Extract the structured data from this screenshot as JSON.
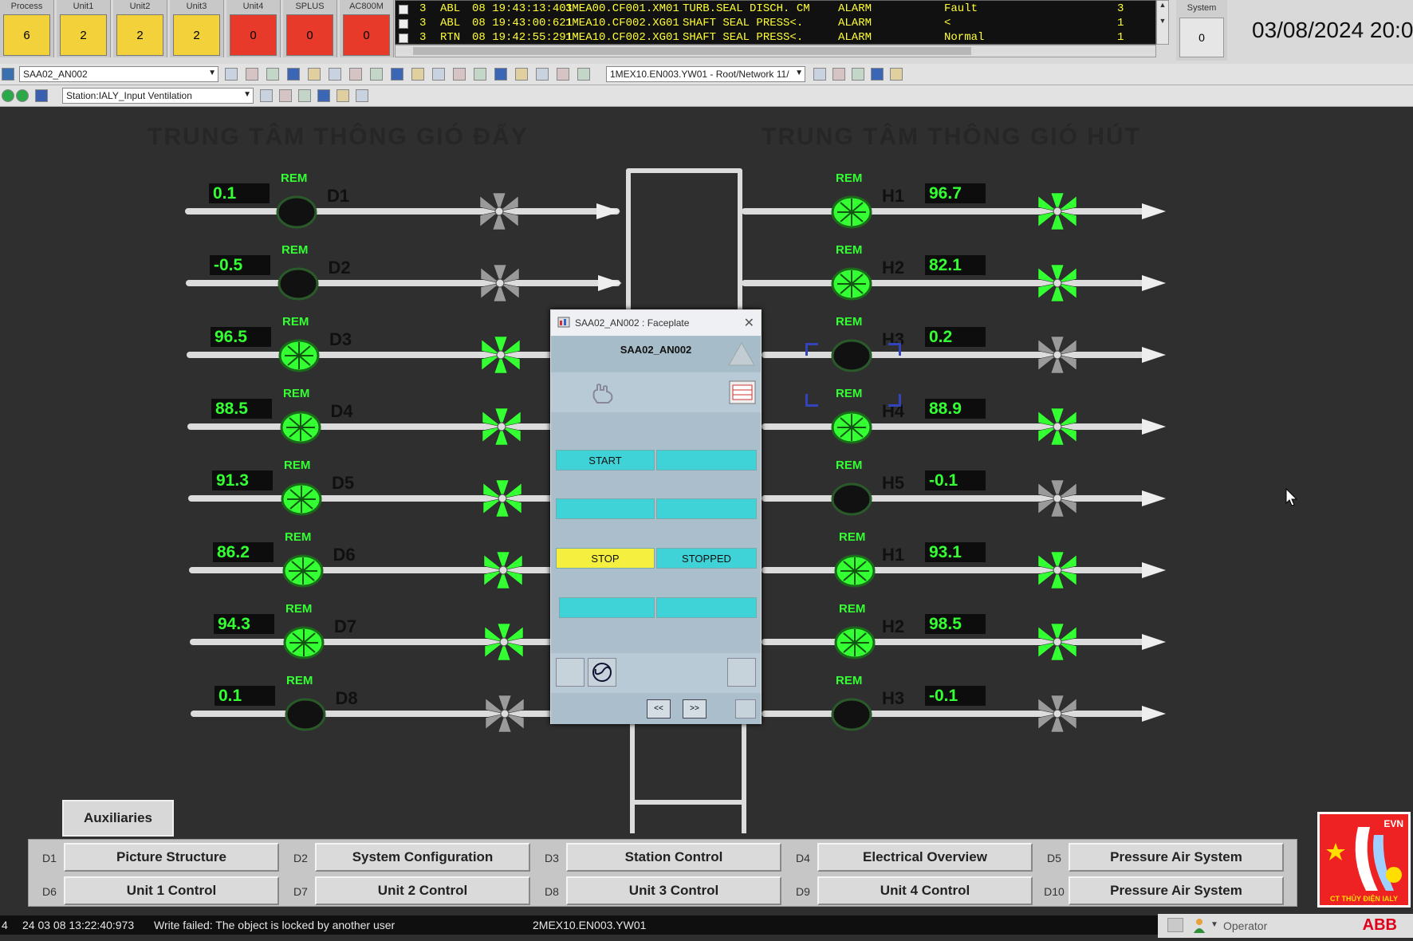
{
  "topbar": {
    "tiles": [
      {
        "label": "Process",
        "value": "6",
        "color": "#f2d13a"
      },
      {
        "label": "Unit1",
        "value": "2",
        "color": "#f2d13a"
      },
      {
        "label": "Unit2",
        "value": "2",
        "color": "#f2d13a"
      },
      {
        "label": "Unit3",
        "value": "2",
        "color": "#f2d13a"
      },
      {
        "label": "Unit4",
        "value": "0",
        "color": "#e83a2a"
      },
      {
        "label": "SPLUS",
        "value": "0",
        "color": "#e83a2a"
      },
      {
        "label": "AC800M",
        "value": "0",
        "color": "#e83a2a"
      }
    ],
    "alarms": [
      {
        "pri": "3",
        "type": "ABL",
        "time": "08 19:43:13:401",
        "object": "3MEA00.CF001.XM01",
        "desc": "TURB.SEAL DISCH. CM",
        "cls": "ALARM",
        "cond": "Fault",
        "count": "3"
      },
      {
        "pri": "3",
        "type": "ABL",
        "time": "08 19:43:00:621",
        "object": "1MEA10.CF002.XG01",
        "desc": "SHAFT SEAL PRESS<.",
        "cls": "ALARM",
        "cond": "<",
        "count": "1"
      },
      {
        "pri": "3",
        "type": "RTN",
        "time": "08 19:42:55:291",
        "object": "1MEA10.CF002.XG01",
        "desc": "SHAFT SEAL PRESS<.",
        "cls": "ALARM",
        "cond": "Normal",
        "count": "1"
      }
    ],
    "system": {
      "label": "System",
      "value": "0"
    },
    "datetime": "03/08/2024 20:0"
  },
  "toolbar": {
    "object_select": "SAA02_AN002",
    "station_select": "Station:IALY_Input Ventilation",
    "path_select": "1MEX10.EN003.YW01 - Root/Network 11/"
  },
  "graphic": {
    "ghost_left": "TRUNG TÂM THÔNG GIÓ ĐẨY",
    "ghost_right": "TRUNG TÂM THÔNG GIÓ HÚT",
    "rem_label": "REM",
    "left_rows": [
      {
        "tag": "D1",
        "value": "0.1",
        "running": false
      },
      {
        "tag": "D2",
        "value": "-0.5",
        "running": false
      },
      {
        "tag": "D3",
        "value": "96.5",
        "running": true
      },
      {
        "tag": "D4",
        "value": "88.5",
        "running": true
      },
      {
        "tag": "D5",
        "value": "91.3",
        "running": true
      },
      {
        "tag": "D6",
        "value": "86.2",
        "running": true
      },
      {
        "tag": "D7",
        "value": "94.3",
        "running": true
      },
      {
        "tag": "D8",
        "value": "0.1",
        "running": false
      }
    ],
    "right_rows": [
      {
        "tag": "H1",
        "value": "96.7",
        "running": true
      },
      {
        "tag": "H2",
        "value": "82.1",
        "running": true
      },
      {
        "tag": "H3",
        "value": "0.2",
        "running": false
      },
      {
        "tag": "H4",
        "value": "88.9",
        "running": true
      },
      {
        "tag": "H5",
        "value": "-0.1",
        "running": false
      },
      {
        "tag": "H1",
        "value": "93.1",
        "running": true
      },
      {
        "tag": "H2",
        "value": "98.5",
        "running": true
      },
      {
        "tag": "H3",
        "value": "-0.1",
        "running": false
      }
    ]
  },
  "faceplate": {
    "title": "SAA02_AN002 : Faceplate",
    "name": "SAA02_AN002",
    "start_label": "START",
    "stop_label": "STOP",
    "status_label": "STOPPED",
    "nav_prev": "<<",
    "nav_next": ">>"
  },
  "nav": {
    "auxiliaries": "Auxiliaries",
    "items": [
      {
        "code": "D1",
        "label": "Picture Structure"
      },
      {
        "code": "D2",
        "label": "System Configuration"
      },
      {
        "code": "D3",
        "label": "Station Control"
      },
      {
        "code": "D4",
        "label": "Electrical Overview"
      },
      {
        "code": "D5",
        "label": "Pressure Air System"
      },
      {
        "code": "D6",
        "label": "Unit 1 Control"
      },
      {
        "code": "D7",
        "label": "Unit 2 Control"
      },
      {
        "code": "D8",
        "label": "Unit 3 Control"
      },
      {
        "code": "D9",
        "label": "Unit 4 Control"
      },
      {
        "code": "D10",
        "label": "Pressure Air System"
      }
    ]
  },
  "logo": {
    "brand": "EVN",
    "plant": "CT THỦY ĐIỆN IALY",
    "vendor": "ABB"
  },
  "statusbar": {
    "num": "4",
    "time": "24 03 08 13:22:40:973",
    "message": "Write failed: The object is locked by another user",
    "object": "2MEX10.EN003.YW01",
    "user": "Operator"
  },
  "colors": {
    "running": "#33ff33",
    "alarm_text": "#ffff33",
    "faceplate_cyan": "#3fd3d8",
    "stop_yellow": "#f5f040"
  }
}
